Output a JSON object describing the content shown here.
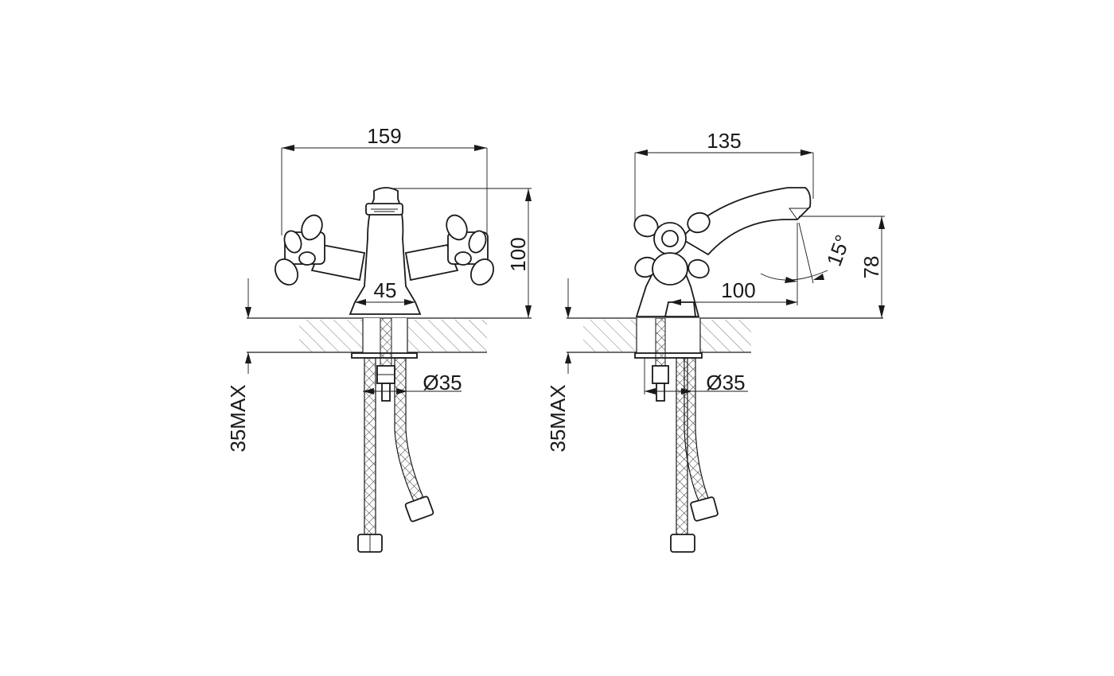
{
  "front_view": {
    "width_dim": "159",
    "height_dim": "100",
    "spacing_dim": "45",
    "hole_dim": "Ø35",
    "thickness_dim": "35MAX"
  },
  "side_view": {
    "depth_dim": "135",
    "height_dim": "78",
    "reach_dim": "100",
    "angle_dim": "15°",
    "hole_dim": "Ø35",
    "thickness_dim": "35MAX"
  }
}
